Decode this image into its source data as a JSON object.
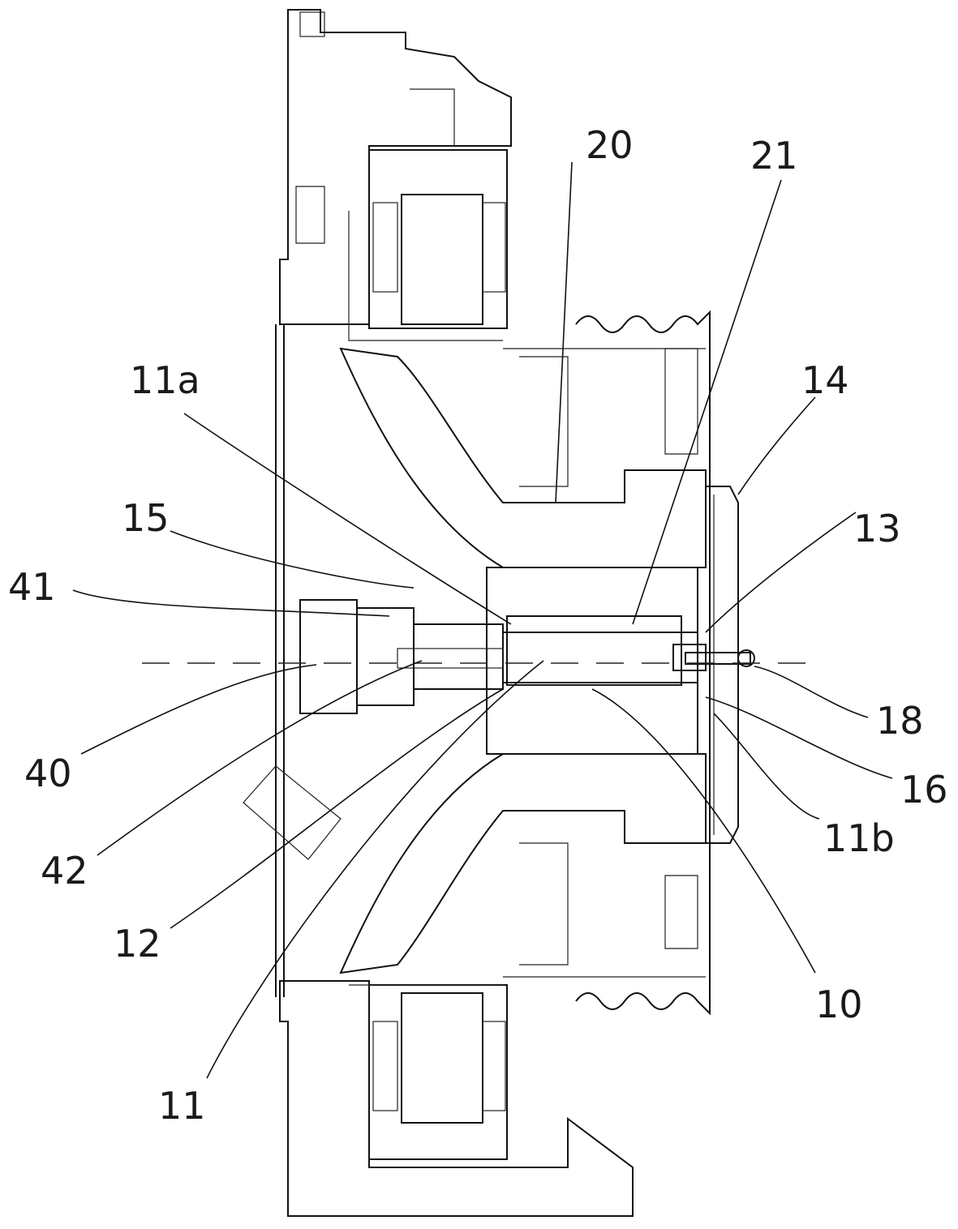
{
  "figure": {
    "type": "mechanical cross-section",
    "labels": {
      "l10": "10",
      "l11": "11",
      "l11a": "11a",
      "l11b": "11b",
      "l12": "12",
      "l13": "13",
      "l14": "14",
      "l15": "15",
      "l16": "16",
      "l18": "18",
      "l20": "20",
      "l21": "21",
      "l40": "40",
      "l41": "41",
      "l42": "42"
    }
  }
}
